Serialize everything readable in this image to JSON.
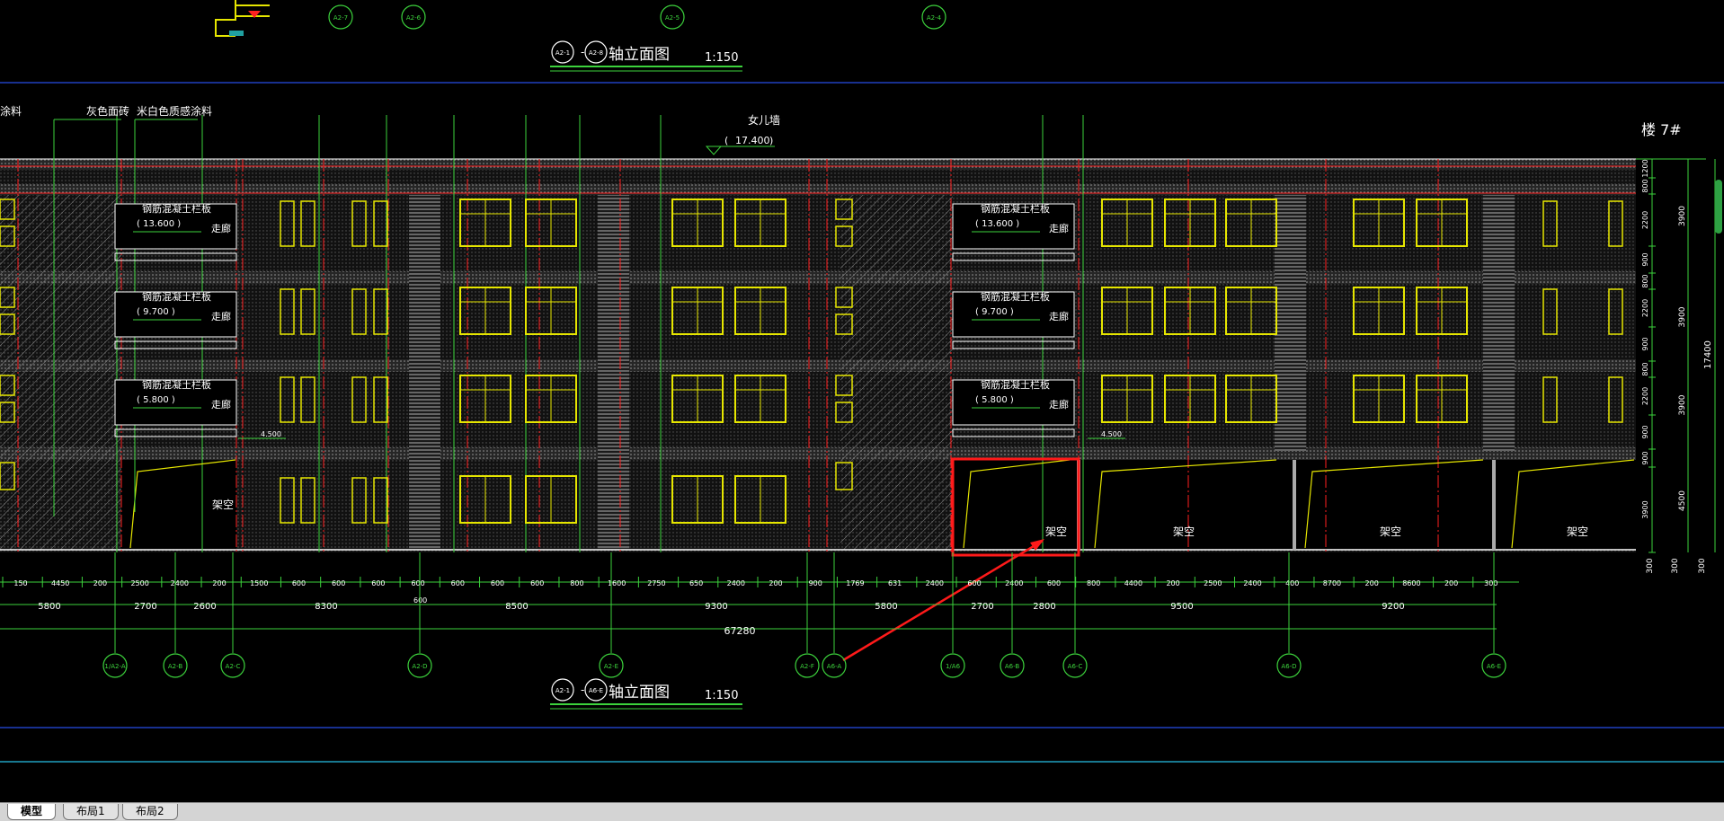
{
  "drawing": {
    "upper_view": {
      "title": "轴立面图",
      "scale": "1:150",
      "axis_from": "A2-1",
      "axis_to": "A2-8"
    },
    "lower_view": {
      "title": "轴立面图",
      "scale": "1:150",
      "axis_from": "A2-1",
      "axis_to": "A6-E"
    },
    "top_axis_bubbles": [
      "A2-7",
      "A2-6",
      "A2-5",
      "A2-4"
    ],
    "building_label": "楼 7#",
    "parapet_label": "女儿墙",
    "parapet_elevation": "17.400",
    "material_labels": [
      "涂料",
      "灰色面砖",
      "米白色质感涂料"
    ],
    "railing_label": "钢筋混凝土栏板",
    "corridor_label": "走廊",
    "railing_elevations": [
      "13.600",
      "9.700",
      "5.800"
    ],
    "floor_elevation_label": "4.500",
    "open_space_label": "架空",
    "right_dims": [
      "1200",
      "800",
      "2200",
      "900",
      "800",
      "2200",
      "900",
      "800",
      "2200",
      "900",
      "900",
      "3900"
    ],
    "right_storey_dims": [
      "3900",
      "3900",
      "3900",
      "4500"
    ],
    "right_total": "17400",
    "bottom_dims_row1": [
      "150",
      "4450",
      "200",
      "2500",
      "2400",
      "200",
      "1500",
      "600",
      "600",
      "600",
      "600",
      "600",
      "600",
      "600",
      "800",
      "1600",
      "2750",
      "650",
      "2400",
      "200",
      "900",
      "1769",
      "631",
      "2400",
      "600",
      "2400",
      "600",
      "800",
      "4400",
      "200",
      "2500",
      "2400",
      "400",
      "8700",
      "200",
      "8600",
      "200",
      "300"
    ],
    "bottom_dims_row2": [
      "5800",
      "2700",
      "2600",
      "8300",
      "8500",
      "9300",
      "5800",
      "2700",
      "2800",
      "9500",
      "9200"
    ],
    "bottom_dim_600": "600",
    "bottom_total": "67280",
    "bottom_axis_bubbles": [
      "1/A2-A",
      "A2-B",
      "A2-C",
      "A2-D",
      "A2-E",
      "A2-F",
      "A6-A",
      "1/A6",
      "A6-B",
      "A6-C",
      "A6-D",
      "A6-E"
    ],
    "bottom_right_dims": [
      "300",
      "300",
      "300"
    ]
  },
  "tabs": [
    {
      "label": "模型",
      "active": true
    },
    {
      "label": "布局1",
      "active": false
    },
    {
      "label": "布局2",
      "active": false
    }
  ],
  "colors": {
    "background": "#000000",
    "axis": "#00ff00",
    "window": "#e6e600",
    "wall": "#ff2020",
    "text": "#ffffff",
    "highlight": "#ff1a1a"
  }
}
